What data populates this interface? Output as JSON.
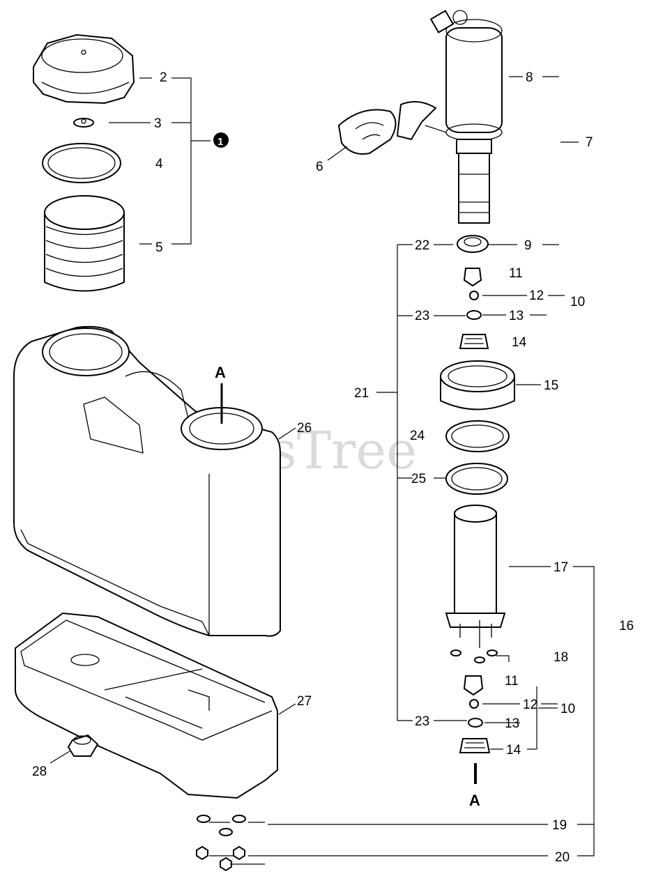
{
  "watermark": "PartsTree",
  "labels": {
    "n1": "1",
    "n2": "2",
    "n3": "3",
    "n4": "4",
    "n5": "5",
    "n6": "6",
    "n7": "7",
    "n8": "8",
    "n9": "9",
    "n10": "10",
    "n11": "11",
    "n12": "12",
    "n13": "13",
    "n14": "14",
    "n15": "15",
    "n16": "16",
    "n17": "17",
    "n18": "18",
    "n19": "19",
    "n20": "20",
    "n21": "21",
    "n22": "22",
    "n23": "23",
    "n24": "24",
    "n25": "25",
    "n26": "26",
    "n27": "27",
    "n28": "28",
    "refA": "A"
  }
}
